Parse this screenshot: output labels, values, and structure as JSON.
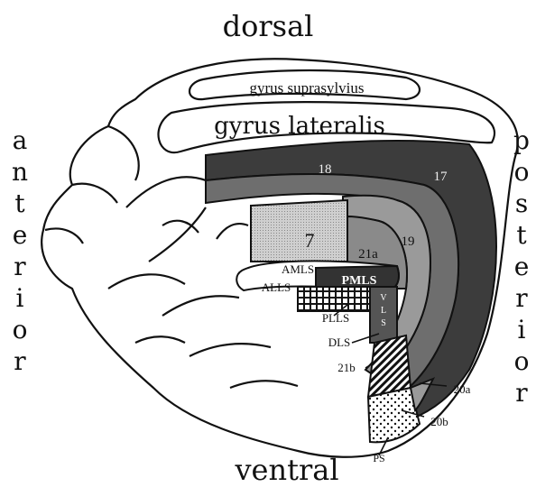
{
  "orientation": {
    "dorsal": "dorsal",
    "ventral": "ventral",
    "anterior": [
      "a",
      "n",
      "t",
      "e",
      "r",
      "i",
      "o",
      "r"
    ],
    "posterior": [
      "p",
      "o",
      "s",
      "t",
      "e",
      "r",
      "i",
      "o",
      "r"
    ]
  },
  "gyri": {
    "suprasylvius": "gyrus suprasylvius",
    "lateralis": "gyrus lateralis"
  },
  "areas": {
    "a18": "18",
    "a17": "17",
    "a7": "7",
    "a21a": "21a",
    "a19": "19",
    "amls": "AMLS",
    "pmls": "PMLS",
    "alls": "ALLS",
    "vls": [
      "V",
      "L",
      "S"
    ],
    "plls": "PLLS",
    "dls": "DLS",
    "a21b": "21b",
    "a20a": "20a",
    "a20b": "20b",
    "ps": "PS"
  },
  "colors": {
    "area17": "#3c3c3c",
    "area18": "#6e6e6e",
    "area19": "#9a9a9a",
    "area7": "#c4c4c4",
    "area21a": "#8a8a8a",
    "outline": "#111111"
  }
}
